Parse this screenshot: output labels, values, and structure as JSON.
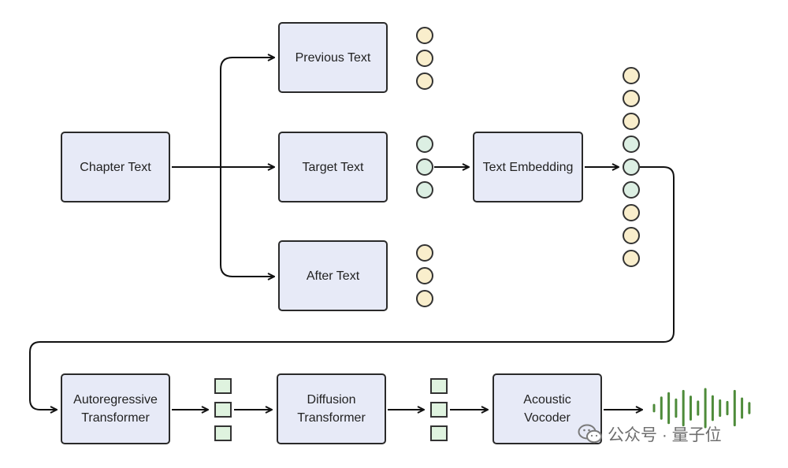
{
  "boxes": {
    "chapter": "Chapter Text",
    "previous": "Previous Text",
    "target": "Target Text",
    "after": "After Text",
    "embedding": "Text Embedding",
    "autoregressive": "Autoregressive\nTransformer",
    "diffusion": "Diffusion\nTransformer",
    "vocoder": "Acoustic\nVocoder"
  },
  "token_groups": {
    "previous": [
      "yellow",
      "yellow",
      "yellow"
    ],
    "target": [
      "green",
      "green",
      "green"
    ],
    "after": [
      "yellow",
      "yellow",
      "yellow"
    ],
    "embedding": [
      "yellow",
      "yellow",
      "yellow",
      "green",
      "green",
      "green",
      "yellow",
      "yellow",
      "yellow"
    ]
  },
  "colors": {
    "box_fill": "#e7eaf7",
    "token_yellow": "#f9eecc",
    "token_green": "#dcefe3",
    "latent_fill": "#dff3df",
    "waveform": "#4e8b3a"
  },
  "waveform": {
    "amplitudes": [
      0.16,
      0.55,
      0.78,
      0.45,
      0.9,
      0.6,
      0.34,
      1.0,
      0.62,
      0.4,
      0.32,
      0.9,
      0.5,
      0.26
    ]
  },
  "watermark": {
    "text": "公众号 · 量子位"
  }
}
